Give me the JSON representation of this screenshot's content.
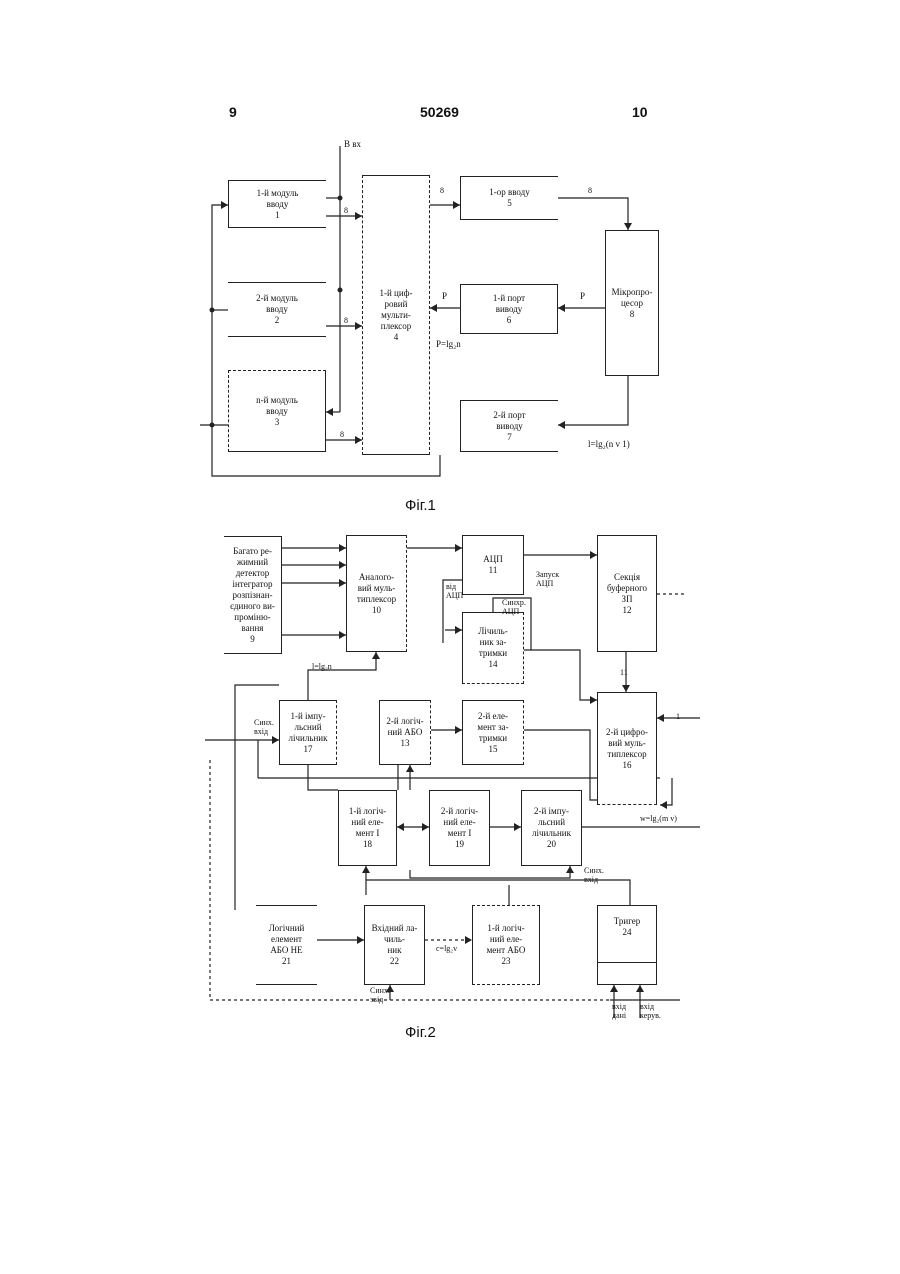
{
  "header": {
    "left": "9",
    "center": "50269",
    "right": "10"
  },
  "fig1": {
    "caption": "Фіг.1",
    "blocks": {
      "in1": "1-й модуль\nвводу\n1",
      "in2": "2-й модуль\nвводу\n2",
      "inn": "n-й модуль\nвводу\n3",
      "mux": "1-й циф-\nровий\nмульти-\nплексор\n4",
      "port_in": "1-ор вводу\n5",
      "port_out1": "1-й порт\nвиводу\n6",
      "port_out2": "2-й порт\nвиводу\n7",
      "mcu": "Мікропро-\nцесор\n8"
    },
    "labels": {
      "bus_in": "В вх",
      "w8a": "8",
      "w8b": "8",
      "w8c": "8",
      "w8d": "8",
      "w8e": "8",
      "p1": "P",
      "p2": "P",
      "p_eq": "P=lg₂n",
      "l_eq": "l=lg₂(n v 1)"
    }
  },
  "fig2": {
    "caption": "Фіг.2",
    "blocks": {
      "b9": "Багато ре-\nжимний\nдетектор\nінтегратор\nрозпізнан-\nєдиного ви-\nпроміню-\nвання\n9",
      "b10": "Аналого-\nвий муль-\nтиплексор\n10",
      "b11": "АЦП\n11",
      "b12": "Секція\nбуферного\nЗП\n12",
      "b14": "Лічиль-\nник за-\nтримки\n14",
      "b17": "1-й імпу-\nльсний\nлічильник\n17",
      "b13": "2-й логіч-\nний АБО\n13",
      "b15": "2-й еле-\nмент за-\nтримки\n15",
      "b16": "2-й цифро-\nвий муль-\nтиплексор\n16",
      "b18": "1-й логіч-\nний еле-\nмент І\n18",
      "b19": "2-й логіч-\nний еле-\nмент І\n19",
      "b20": "2-й імпу-\nльсний\nлічильник\n20",
      "b21": "Логічний\nелемент\nАБО НЕ\n21",
      "b22": "Вхідний ла-\nчиль-\nник\n22",
      "b23": "1-й логіч-\nний еле-\nмент АБО\n23",
      "b24": "Тригер\n24"
    },
    "labels": {
      "start_adc": "Запуск\nАЦП",
      "sync_adc": "Синхр.\nАЦП",
      "from_adc": "від\nАЦП",
      "sync17": "Синх.\nвхід",
      "q_eq": "l=lg₂n",
      "w11": "11",
      "w1": "1",
      "w_eq": "w=lg₂(m v)",
      "sync20": "Синх.\nвхід",
      "c_eq": "c=lg₂v",
      "sync22": "Синх.\nзвід",
      "t_in1": "вхід\nдані",
      "t_in2": "вхід\nкерув."
    }
  }
}
